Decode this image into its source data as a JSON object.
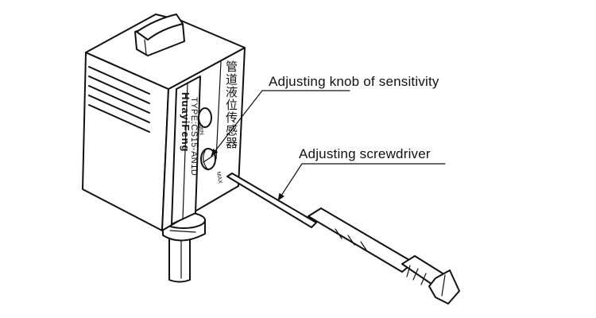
{
  "device": {
    "brand": "HuayiFeng",
    "type_code": "TYPE:CS15-AN1D",
    "chinese_name": "管道液位传感器",
    "knob_min": "MIN",
    "knob_max": "MAX"
  },
  "labels": {
    "knob": "Adjusting knob of sensitivity",
    "screwdriver": "Adjusting screwdriver"
  },
  "colors": {
    "ink": "#111111",
    "background": "#ffffff"
  }
}
